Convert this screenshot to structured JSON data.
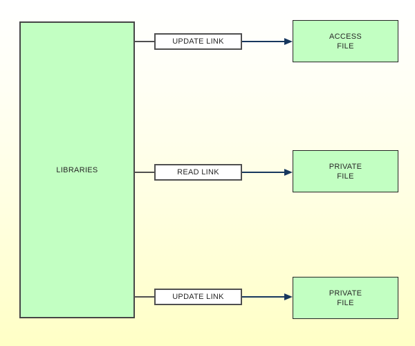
{
  "diagram": {
    "type": "flow-diagram",
    "source_label": "LIBRARIES",
    "rows": [
      {
        "link_label": "UPDATE LINK",
        "file_line1": "ACCESS",
        "file_line2": "FILE"
      },
      {
        "link_label": "READ LINK",
        "file_line1": "PRIVATE",
        "file_line2": "FILE"
      },
      {
        "link_label": "UPDATE LINK",
        "file_line1": "PRIVATE",
        "file_line2": "FILE"
      }
    ],
    "colors": {
      "node_fill": "#c2ffc2",
      "node_border": "#242424",
      "libraries_border": "#454545",
      "link_box_fill": "#ffffff",
      "link_box_border": "#4f4f4f",
      "connector_gray": "#4f4f4f",
      "arrow_navy": "#17375e",
      "background_top": "#ffffff",
      "background_bottom": "#ffffc6",
      "text": "#262626"
    }
  }
}
